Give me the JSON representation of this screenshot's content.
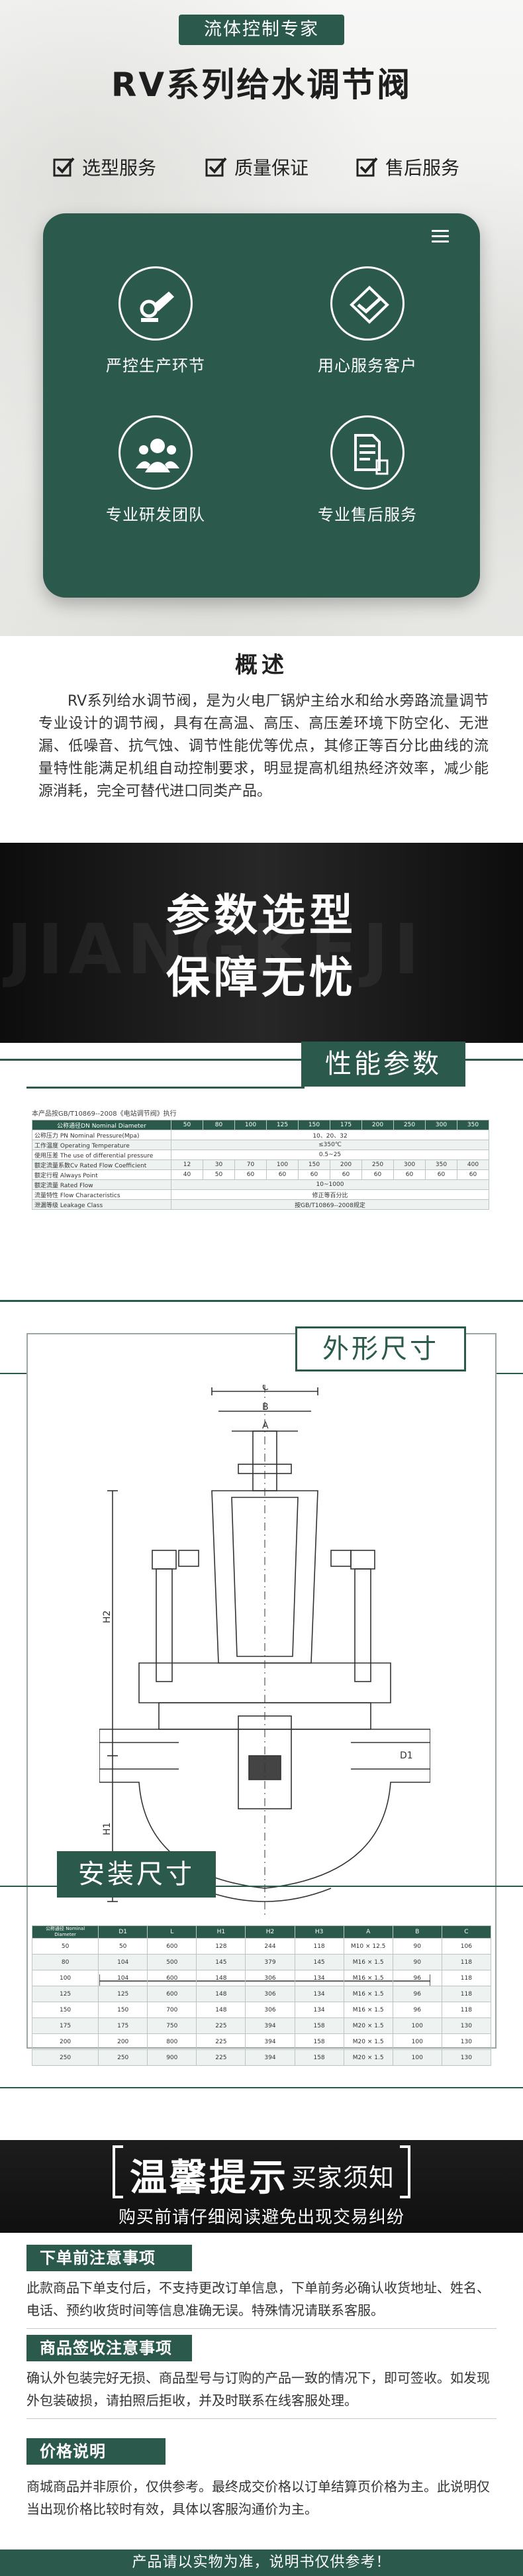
{
  "hero": {
    "tagline": "流体控制专家",
    "title": "RV系列给水调节阀",
    "services": [
      "选型服务",
      "质量保证",
      "售后服务"
    ],
    "features": [
      "严控生产环节",
      "用心服务客户",
      "专业研发团队",
      "专业售后服务"
    ]
  },
  "overview": {
    "title": "概述",
    "text": "RV系列给水调节阀，是为火电厂锅炉主给水和给水旁路流量调节专业设计的调节阀，具有在高温、高压、高压差环境下防空化、无泄漏、低噪音、抗气蚀、调节性能优等优点，其修正等百分比曲线的流量特性能满足机组自动控制要求，明显提高机组热经济效率，减少能源消耗，完全可替代进口同类产品。"
  },
  "banner": {
    "watermark": "JIANGKEJI",
    "line1": "参数选型",
    "line2": "保障无忧"
  },
  "performance": {
    "title": "性能参数",
    "caption": "本产品按GB/T10869--2008《电站调节阀》执行",
    "header_label": "公称通径DN Nominal Diameter",
    "dn": [
      "50",
      "80",
      "100",
      "125",
      "150",
      "175",
      "200",
      "250",
      "300",
      "350"
    ],
    "rows": [
      {
        "label": "公称压力 PN Nominal Pressure(Mpa)",
        "value": "10、20、32"
      },
      {
        "label": "工作温度 Operating Temperature",
        "value": "≤350℃"
      },
      {
        "label": "使用压差 The use of differential pressure",
        "value": "0.5~25"
      },
      {
        "label": "额定流量系数Cv Rated Flow Coefficient",
        "values": [
          "12",
          "30",
          "70",
          "100",
          "150",
          "200",
          "250",
          "300",
          "350",
          "400"
        ]
      },
      {
        "label": "额定行程 Always Point",
        "values": [
          "40",
          "50",
          "60",
          "60",
          "60",
          "60",
          "60",
          "60",
          "60",
          "60"
        ]
      },
      {
        "label": "额定流量 Rated Flow",
        "value": "10~1000"
      },
      {
        "label": "流量特性 Flow Characteristics",
        "value": "修正等百分比"
      },
      {
        "label": "泄漏等级 Leakage Class",
        "value": "按GB/T10869--2008规定"
      }
    ]
  },
  "dimensions": {
    "title": "外形尺寸",
    "labels": {
      "c": "C",
      "b": "B",
      "a": "A",
      "h2": "H2",
      "h1": "H1",
      "dn": "D1"
    }
  },
  "install": {
    "title": "安装尺寸",
    "headers": [
      "公称通径 Nominal Diameter",
      "D1",
      "L",
      "H1",
      "H2",
      "H3",
      "A",
      "B",
      "C"
    ],
    "rows": [
      [
        "50",
        "50",
        "600",
        "128",
        "244",
        "118",
        "M10 × 12.5",
        "90",
        "106"
      ],
      [
        "80",
        "104",
        "500",
        "145",
        "379",
        "145",
        "M16 × 1.5",
        "90",
        "118"
      ],
      [
        "100",
        "104",
        "600",
        "148",
        "306",
        "134",
        "M16 × 1.5",
        "96",
        "118"
      ],
      [
        "125",
        "125",
        "600",
        "148",
        "306",
        "134",
        "M16 × 1.5",
        "96",
        "118"
      ],
      [
        "150",
        "150",
        "700",
        "148",
        "306",
        "134",
        "M16 × 1.5",
        "96",
        "118"
      ],
      [
        "175",
        "175",
        "750",
        "225",
        "394",
        "158",
        "M20 × 1.5",
        "100",
        "130"
      ],
      [
        "200",
        "200",
        "800",
        "225",
        "394",
        "158",
        "M20 × 1.5",
        "100",
        "130"
      ],
      [
        "250",
        "250",
        "900",
        "225",
        "394",
        "158",
        "M20 × 1.5",
        "100",
        "130"
      ]
    ]
  },
  "tips": {
    "title": "温馨提示",
    "subtitle_right": "买家须知",
    "notice": "购买前请仔细阅读避免出现交易纠纷",
    "sections": [
      {
        "tag": "下单前注意事项",
        "text": "此款商品下单支付后，不支持更改订单信息，下单前务必确认收货地址、姓名、电话、预约收货时间等信息准确无误。特殊情况请联系客服。"
      },
      {
        "tag": "商品签收注意事项",
        "text": "确认外包装完好无损、商品型号与订购的产品一致的情况下，即可签收。如发现外包装破损，请拍照后拒收，并及时联系在线客服处理。"
      },
      {
        "tag": "价格说明",
        "text": "商城商品并非原价，仅供参考。最终成交价格以订单结算页价格为主。此说明仅当出现价格比较时有效，具体以客服沟通价为主。"
      }
    ]
  },
  "footer": {
    "text": "产品请以实物为准，说明书仅供参考！"
  },
  "colors": {
    "brand_green": "#2b5a4c",
    "dark_banner": "#1a1a1a"
  }
}
